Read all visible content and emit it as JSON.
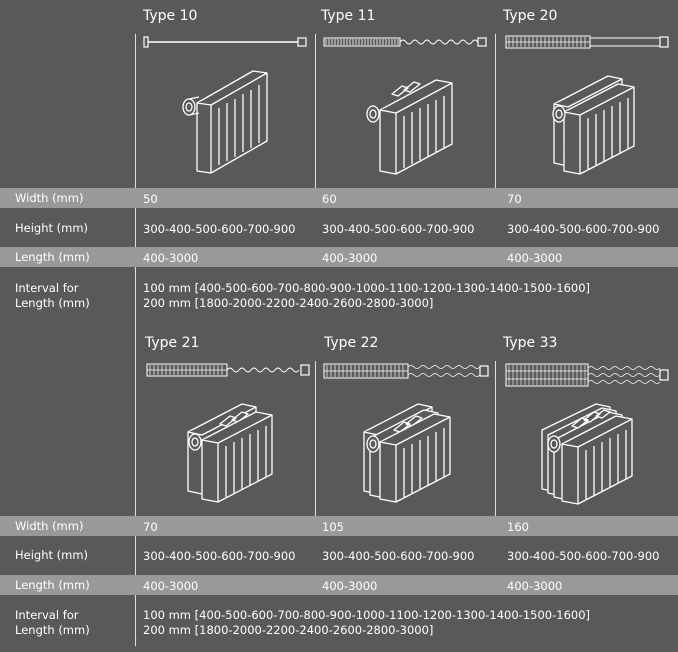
{
  "labels": {
    "width": "Width (mm)",
    "height": "Height (mm)",
    "length": "Length (mm)",
    "interval_line1": "Interval for",
    "interval_line2": "Length (mm)"
  },
  "groups": [
    {
      "types": [
        {
          "name": "Type 10",
          "width": "50",
          "height": "300-400-500-600-700-900",
          "length": "400-3000"
        },
        {
          "name": "Type 11",
          "width": "60",
          "height": "300-400-500-600-700-900",
          "length": "400-3000"
        },
        {
          "name": "Type 20",
          "width": "70",
          "height": "300-400-500-600-700-900",
          "length": "400-3000"
        }
      ],
      "interval_line1": "100 mm [400-500-600-700-800-900-1000-1100-1200-1300-1400-1500-1600]",
      "interval_line2": "200 mm [1800-2000-2200-2400-2600-2800-3000]"
    },
    {
      "types": [
        {
          "name": "Type 21",
          "width": "70",
          "height": "300-400-500-600-700-900",
          "length": "400-3000"
        },
        {
          "name": "Type 22",
          "width": "105",
          "height": "300-400-500-600-700-900",
          "length": "400-3000"
        },
        {
          "name": "Type 33",
          "width": "160",
          "height": "300-400-500-600-700-900",
          "length": "400-3000"
        }
      ],
      "interval_line1": "100 mm [400-500-600-700-800-900-1000-1100-1200-1300-1400-1500-1600]",
      "interval_line2": "200 mm [1800-2000-2200-2400-2600-2800-3000]"
    }
  ]
}
